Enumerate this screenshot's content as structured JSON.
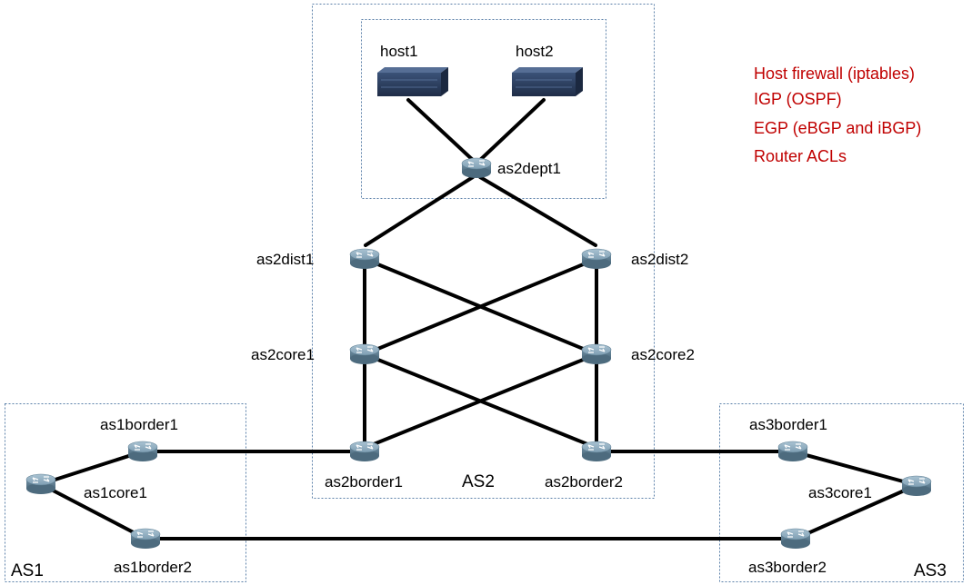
{
  "hosts": [
    {
      "id": "host1",
      "label": "host1"
    },
    {
      "id": "host2",
      "label": "host2"
    }
  ],
  "routers": {
    "as2dept1": "as2dept1",
    "as2dist1": "as2dist1",
    "as2dist2": "as2dist2",
    "as2core1": "as2core1",
    "as2core2": "as2core2",
    "as2border1": "as2border1",
    "as2border2": "as2border2",
    "as1border1": "as1border1",
    "as1border2": "as1border2",
    "as1core1": "as1core1",
    "as3border1": "as3border1",
    "as3border2": "as3border2",
    "as3core1": "as3core1"
  },
  "as_labels": {
    "as1": "AS1",
    "as2": "AS2",
    "as3": "AS3"
  },
  "features": [
    "Host firewall (iptables)",
    "IGP (OSPF)",
    "EGP (eBGP and iBGP)",
    "Router ACLs"
  ],
  "colors": {
    "feature_text": "#c00000",
    "box_border": "#5a7fa8",
    "router_body": "#7a9bb0",
    "host_body": "#2c3e60"
  }
}
